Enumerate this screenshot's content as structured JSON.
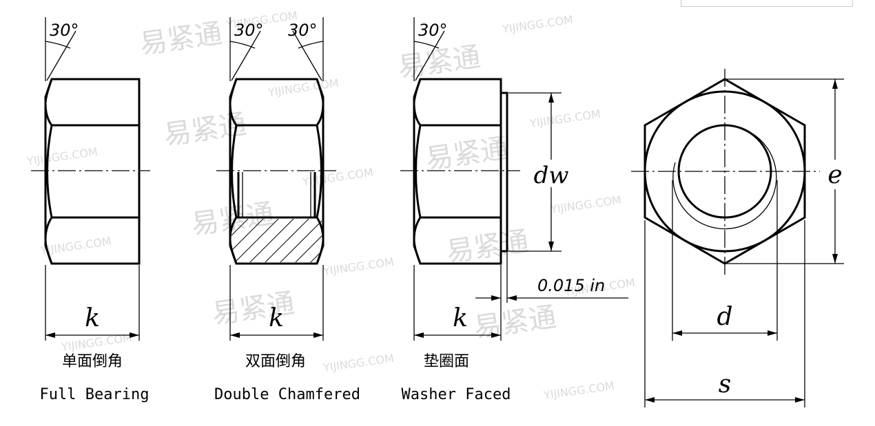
{
  "angles": {
    "full_bearing": "30°",
    "double_left": "30°",
    "double_right": "30°",
    "washer_faced": "30°"
  },
  "dims": {
    "k_full": "k",
    "k_double": "k",
    "k_washer": "k",
    "dw": "dw",
    "offset": "0.015 in",
    "d": "d",
    "s": "s",
    "e": "e"
  },
  "captions": {
    "full_bearing_cn": "单面倒角",
    "full_bearing_en": "Full Bearing",
    "double_cn": "双面倒角",
    "double_en": "Double Chamfered",
    "washer_cn": "垫圈面",
    "washer_en": "Washer Faced"
  },
  "watermark": {
    "brand": "易紧通",
    "site": "YIJINGG.COM"
  }
}
